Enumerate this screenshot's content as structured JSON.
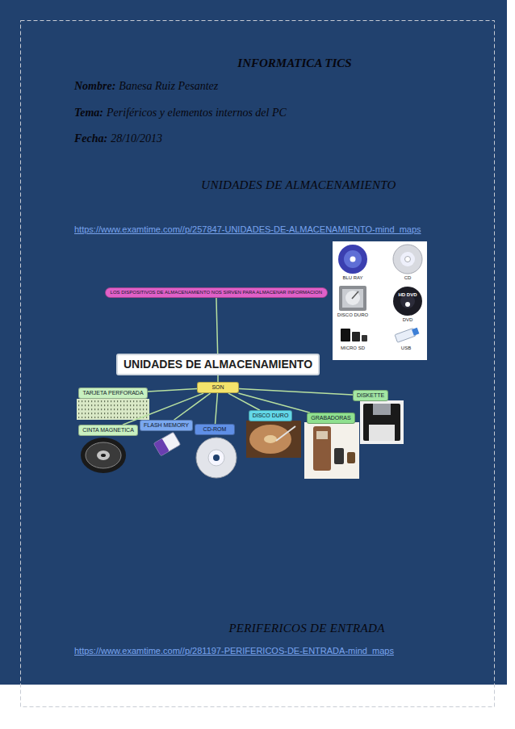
{
  "diagram": {
    "title": "INFORMATICA TICS",
    "nodes": [
      {
        "text": [
          "LOS DISPOSITIVOS DE ALMACENAMIENTO NOS SIRVEN PARA ALMACENAR INFORMACION"
        ]
      },
      {
        "text": [
          "UNIDADES DE ALMACENAMIENTO"
        ]
      },
      {
        "text": [
          "SON"
        ]
      },
      {
        "text": [
          "TARJETA PERFORADA"
        ]
      },
      {
        "text": [
          "CINTA MAGNETICA"
        ]
      },
      {
        "text": [
          "FLASH MEMORY"
        ]
      },
      {
        "text": [
          "CD-ROM"
        ]
      },
      {
        "text": [
          "DISCO DURO"
        ]
      },
      {
        "text": [
          "GRABADORAS"
        ]
      },
      {
        "text": [
          "DISKETTE"
        ]
      }
    ],
    "edges": [
      {
        "from": 0,
        "to": 1,
        "arrow": "none"
      },
      {
        "from": 1,
        "to": 2,
        "arrow": "none"
      },
      {
        "from": 2,
        "to": 3,
        "arrow": "none"
      },
      {
        "from": 2,
        "to": 4,
        "arrow": "none"
      },
      {
        "from": 2,
        "to": 5,
        "arrow": "none"
      },
      {
        "from": 2,
        "to": 6,
        "arrow": "none"
      },
      {
        "from": 2,
        "to": 7,
        "arrow": "none"
      },
      {
        "from": 2,
        "to": 8,
        "arrow": "none"
      },
      {
        "from": 2,
        "to": 9,
        "arrow": "none"
      }
    ],
    "labels": [
      "Nombre:",
      "Banesa Ruiz Pesantez",
      "Tema:",
      "Periféricos y elementos internos del PC",
      "Fecha:",
      "28/10/2013",
      "UNIDADES DE ALMACENAMIENTO",
      "https://www.examtime.com//p/257847-UNIDADES-DE-ALMACENAMIENTO-mind_maps",
      "BLU RAY",
      "CD",
      "HD DVD",
      "DISCO DURO",
      "DVD",
      "MICRO SD",
      "USB",
      "PERIFERICOS DE ENTRADA",
      "https://www.examtime.com//p/281197-PERIFERICOS-DE-ENTRADA-mind_maps"
    ]
  }
}
